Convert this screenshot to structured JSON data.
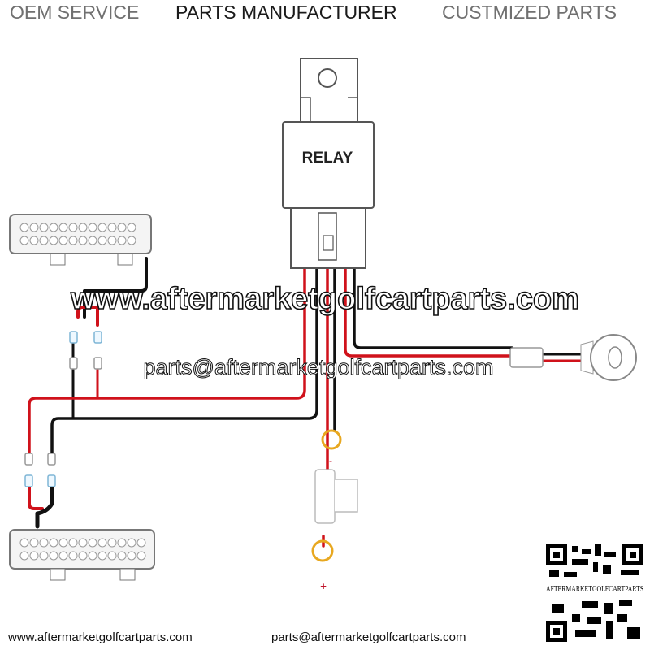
{
  "header": {
    "left": "OEM SERVICE",
    "center": "PARTS MANUFACTURER",
    "right": "CUSTMIZED PARTS"
  },
  "diagram": {
    "relay_label": "RELAY",
    "minus_label": "-",
    "plus_label": "+",
    "wire_colors": {
      "positive": "#d0121b",
      "ground": "#111111",
      "terminal": "#e8a820"
    }
  },
  "watermark": {
    "website": "www.aftermarketgolfcartparts.com",
    "email": "parts@aftermarketgolfcartparts.com"
  },
  "qr": {
    "caption": "AFTERMARKETGOLFCARTPARTS"
  },
  "footer": {
    "website": "www.aftermarketgolfcartparts.com",
    "email": "parts@aftermarketgolfcartparts.com"
  }
}
